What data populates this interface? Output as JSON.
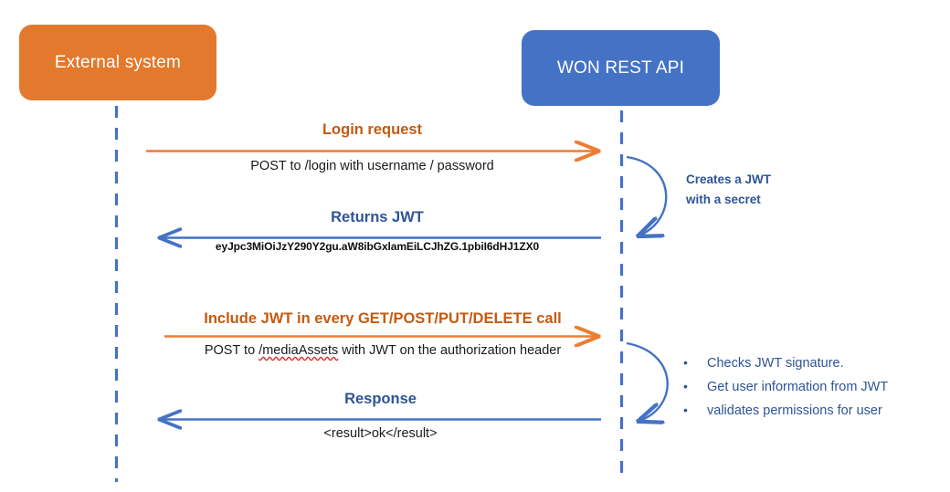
{
  "diagram": {
    "type": "sequence-diagram",
    "colors": {
      "orange_fill": "#E2792C",
      "orange_line": "#ED7D31",
      "orange_text": "#C55A11",
      "blue_fill": "#4472C4",
      "blue_line": "#4472C4",
      "blue_text": "#2E5496",
      "body_text": "#1a1a1a",
      "spell_underline": "#E03030",
      "background": "#FFFFFF"
    },
    "actors": [
      {
        "id": "external",
        "label": "External system",
        "side": "left"
      },
      {
        "id": "api",
        "label": "WON REST API",
        "side": "right"
      }
    ],
    "messages": [
      {
        "id": "login-request",
        "title": "Login request",
        "subtitle": "POST to /login with username / password",
        "direction": "left-to-right",
        "color": "orange"
      },
      {
        "id": "returns-jwt",
        "title": "Returns JWT",
        "subtitle": "eyJpc3MiOiJzY290Y2gu.aW8ibGxlamEiLCJhZG.1pbiI6dHJ1ZX0",
        "direction": "right-to-left",
        "color": "blue"
      },
      {
        "id": "include-jwt",
        "title": "Include JWT in every GET/POST/PUT/DELETE call",
        "subtitle_parts": [
          {
            "text": "POST to ",
            "spellcheck_error": false
          },
          {
            "text": "/mediaAssets",
            "spellcheck_error": true
          },
          {
            "text": " with JWT on the authorization header",
            "spellcheck_error": false
          }
        ],
        "direction": "left-to-right",
        "color": "orange"
      },
      {
        "id": "response",
        "title": "Response",
        "subtitle": "<result>ok</result>",
        "direction": "right-to-left",
        "color": "blue"
      }
    ],
    "self_calls": [
      {
        "id": "creates-jwt",
        "lines": [
          "Creates a JWT",
          "with a secret"
        ],
        "color": "blue"
      },
      {
        "id": "validates-jwt",
        "bullet": "•",
        "lines": [
          "Checks JWT signature.",
          "Get user information from JWT",
          "validates permissions for user"
        ],
        "color": "blue"
      }
    ]
  }
}
